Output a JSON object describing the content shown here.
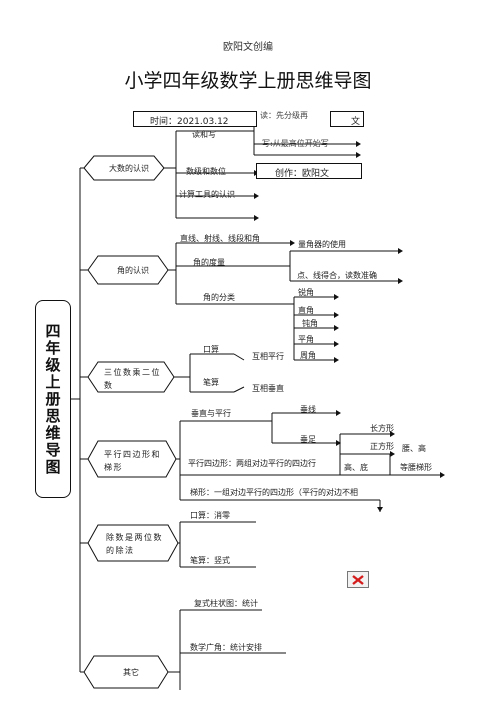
{
  "header": {
    "text": "欧阳文创编"
  },
  "title": "小学四年级数学上册思维导图",
  "top_row": {
    "time": "时间：2021.03.12",
    "author": "创作：欧阳文",
    "read_write_note": "读：先分级再",
    "read_write_note_2": "文",
    "write_note": "写:从最高位开始写"
  },
  "root": "四年级上册思维导图",
  "branches": {
    "big_numbers": {
      "label": "大数的认识",
      "items": [
        "读和写",
        "数级和数位",
        "计算工具的认识"
      ]
    },
    "angles": {
      "label": "角的认识",
      "items": [
        "直线、射线、线段和角",
        "角的度量",
        "角的分类"
      ],
      "measure_tool": "量角器的使用",
      "measure_steps": "点、线得合，读数准确",
      "types": [
        "锐角",
        "直角",
        "钝角",
        "平角",
        "周角"
      ]
    },
    "multiply": {
      "label": "三位数乘二位数",
      "items": [
        "口算",
        "笔算"
      ],
      "notes": [
        "互相平行",
        "互相垂直"
      ]
    },
    "parallel": {
      "label": "平行四边形和梯形",
      "perp_parallel": "垂直与平行",
      "perp_items": [
        "垂线",
        "垂足"
      ],
      "para_def": "平行四边形：两组对边平行的四边行",
      "quad_types": [
        "长方形",
        "正方形"
      ],
      "height_base": "高、底",
      "waist_height": "腰、高",
      "isosceles": "等腰梯形",
      "trap_def": "梯形：一组对边平行的四边形（平行的对边不相"
    },
    "division": {
      "label": "除数是两位数的除法",
      "items": [
        "口算：消零",
        "笔算：竖式"
      ]
    },
    "other": {
      "label": "其它",
      "items": [
        "复式柱状图：统计",
        "数学广角：统计安排"
      ]
    }
  }
}
